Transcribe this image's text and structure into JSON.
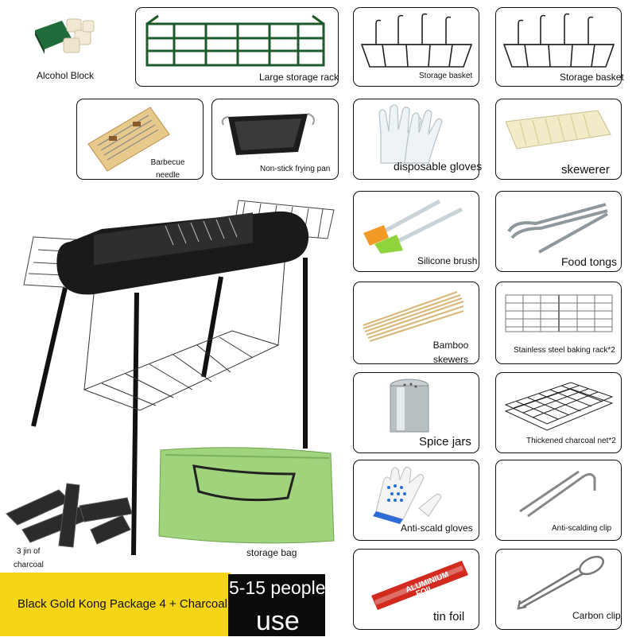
{
  "items": {
    "alcohol_block": "Alcohol Block",
    "large_storage_rack": "Large storage rack",
    "storage_basket_1": "Storage basket",
    "storage_basket_2": "Storage basket",
    "barbecue_needle_line1": "Barbecue",
    "barbecue_needle_line2": "needle",
    "non_stick_pan": "Non-stick frying pan",
    "disposable_gloves": "disposable gloves",
    "skewerer": "skewerer",
    "silicone_brush": "Silicone brush",
    "food_tongs": "Food tongs",
    "bamboo_line1": "Bamboo",
    "bamboo_line2": "skewers",
    "stainless_rack": "Stainless steel baking rack*2",
    "spice_jars": "Spice jars",
    "charcoal_net": "Thickened charcoal net*2",
    "anti_scald_gloves": "Anti-scald gloves",
    "anti_scalding_clip": "Anti-scalding clip",
    "tin_foil": "tin foil",
    "carbon_clip": "Carbon clip",
    "charcoal_line1": "3 jin of",
    "charcoal_line2": "charcoal",
    "storage_bag": "storage bag",
    "foil_brand_line1": "ALUMINIUM",
    "foil_brand_line2": "FOIL"
  },
  "banner": {
    "package": "Black Gold Kong Package 4 + Charcoal",
    "people": "5-15 people",
    "use": "use"
  },
  "colors": {
    "banner_yellow": "#f5d516",
    "rack_green": "#1e5a2a",
    "bag_green": "#9fd47d",
    "grill_black": "#1a1a1a"
  }
}
